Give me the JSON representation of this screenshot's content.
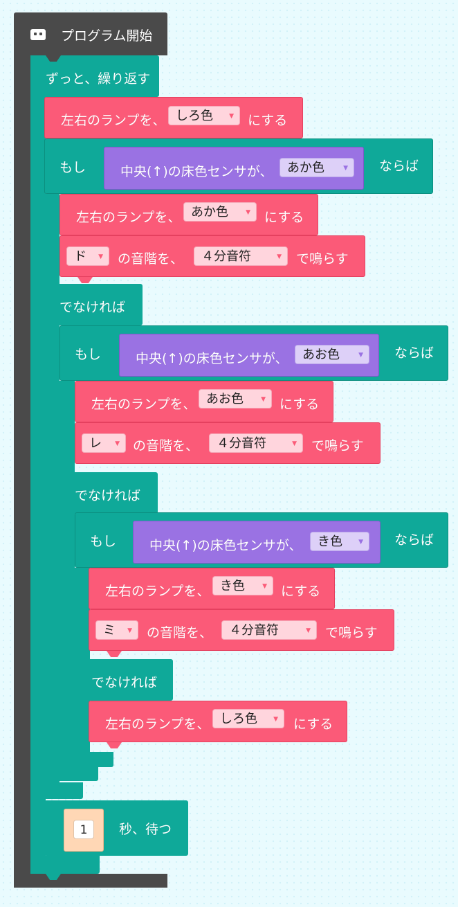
{
  "program_start": {
    "label": "プログラム開始",
    "icon": "robot-icon"
  },
  "forever": {
    "label": "ずっと、繰り返す"
  },
  "set_lamp_white_top": {
    "label": "左右のランプを、",
    "value": "しろ色",
    "suffix": "にする"
  },
  "if1": {
    "if_label": "もし",
    "then_label": "ならば",
    "sensor": {
      "label": "中央(↑)の床色センサが、",
      "value": "あか色"
    }
  },
  "if1_lamp": {
    "label": "左右のランプを、",
    "value": "あか色",
    "suffix": "にする"
  },
  "if1_note": {
    "note": "ド",
    "mid": "の音階を、",
    "duration": "４分音符",
    "suffix": "で鳴らす"
  },
  "else1": {
    "label": "でなければ"
  },
  "if2": {
    "if_label": "もし",
    "then_label": "ならば",
    "sensor": {
      "label": "中央(↑)の床色センサが、",
      "value": "あお色"
    }
  },
  "if2_lamp": {
    "label": "左右のランプを、",
    "value": "あお色",
    "suffix": "にする"
  },
  "if2_note": {
    "note": "レ",
    "mid": "の音階を、",
    "duration": "４分音符",
    "suffix": "で鳴らす"
  },
  "else2": {
    "label": "でなければ"
  },
  "if3": {
    "if_label": "もし",
    "then_label": "ならば",
    "sensor": {
      "label": "中央(↑)の床色センサが、",
      "value": "き色"
    }
  },
  "if3_lamp": {
    "label": "左右のランプを、",
    "value": "き色",
    "suffix": "にする"
  },
  "if3_note": {
    "note": "ミ",
    "mid": "の音階を、",
    "duration": "４分音符",
    "suffix": "で鳴らす"
  },
  "else3": {
    "label": "でなければ"
  },
  "else3_lamp": {
    "label": "左右のランプを、",
    "value": "しろ色",
    "suffix": "にする"
  },
  "wait": {
    "value": "1",
    "label": "秒、待つ"
  },
  "colors": {
    "control": "#0fa999",
    "action": "#fb5a78",
    "sensor": "#9a72e3",
    "start": "#4a4a4a",
    "number": "#ffd7b5"
  }
}
